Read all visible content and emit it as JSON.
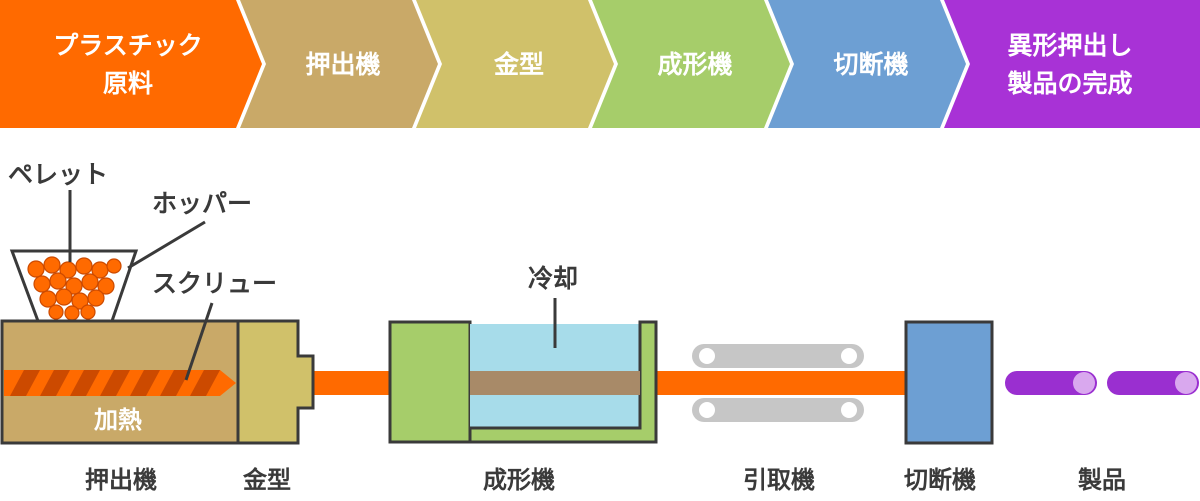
{
  "steps": [
    {
      "line1": "プラスチック",
      "line2": "原料",
      "color": "#ff6a00"
    },
    {
      "line1": "押出機",
      "line2": "",
      "color": "#c9a968"
    },
    {
      "line1": "金型",
      "line2": "",
      "color": "#d0c16a"
    },
    {
      "line1": "成形機",
      "line2": "",
      "color": "#a6cd6a"
    },
    {
      "line1": "切断機",
      "line2": "",
      "color": "#6d9fd3"
    },
    {
      "line1": "異形押出し",
      "line2": "製品の完成",
      "color": "#a832d6"
    }
  ],
  "callouts": {
    "pellet": "ペレット",
    "hopper": "ホッパー",
    "screw": "スクリュー",
    "cooling": "冷却",
    "heating": "加熱"
  },
  "bottom_labels": {
    "extruder": "押出機",
    "die": "金型",
    "former": "成形機",
    "puller": "引取機",
    "cutter": "切断機",
    "product": "製品"
  },
  "colors": {
    "material": "#ff6a00",
    "extruder": "#c9a968",
    "die": "#d0c16a",
    "former": "#a6cd6a",
    "water": "#a7dcea",
    "profile": "#a88a68",
    "roller": "#c6c6c6",
    "cutter": "#6d9fd3",
    "product": "#9a2fd0",
    "outline": "#3a3a3a"
  }
}
